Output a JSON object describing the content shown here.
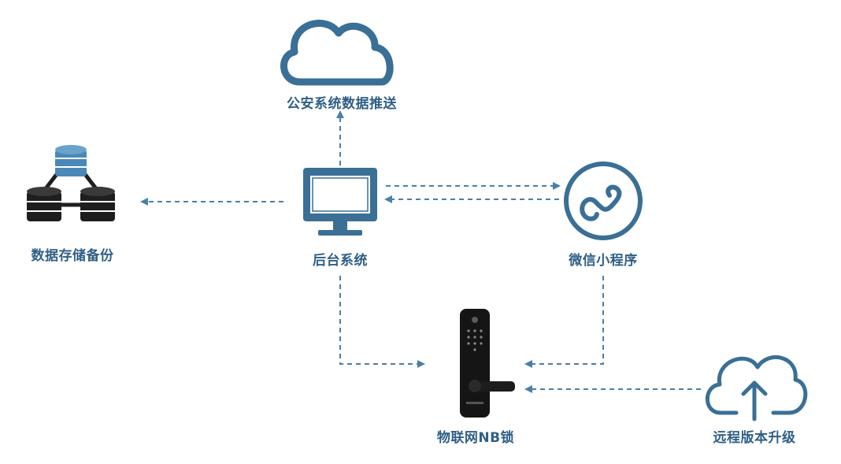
{
  "labels": {
    "police_push": "公安系统数据推送",
    "storage": "数据存储备份",
    "backend": "后台系统",
    "wechat": "微信小程序",
    "lock": "物联网NB锁",
    "ota": "远程版本升级"
  },
  "colors": {
    "primary": "#3a6f96",
    "label": "#2f5f86",
    "arrow": "#4a7fa8",
    "db_dark": "#1e1e1e",
    "db_accent": "#4a88b8",
    "lock_body": "#151515"
  },
  "icons": {
    "cloud": "cloud-icon",
    "database": "database-icon",
    "monitor": "monitor-icon",
    "mini_program": "mini-program-icon",
    "smart_lock": "smart-lock-icon",
    "cloud_upload": "cloud-upload-icon"
  }
}
